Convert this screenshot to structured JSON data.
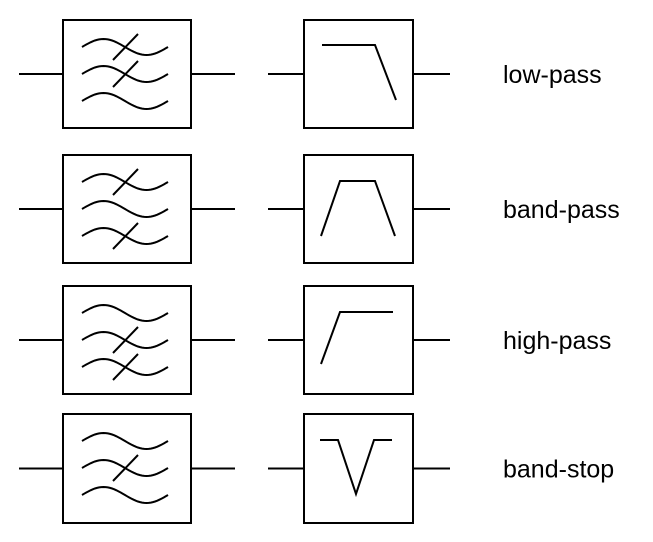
{
  "filters": [
    {
      "type": "low-pass",
      "label": "low-pass",
      "crossed_waves": [
        "top",
        "middle"
      ],
      "response_icon": "low-pass-response-icon"
    },
    {
      "type": "band-pass",
      "label": "band-pass",
      "crossed_waves": [
        "top",
        "bottom"
      ],
      "response_icon": "band-pass-response-icon"
    },
    {
      "type": "high-pass",
      "label": "high-pass",
      "crossed_waves": [
        "middle",
        "bottom"
      ],
      "response_icon": "high-pass-response-icon"
    },
    {
      "type": "band-stop",
      "label": "band-stop",
      "crossed_waves": [
        "middle"
      ],
      "response_icon": "band-stop-response-icon"
    }
  ]
}
